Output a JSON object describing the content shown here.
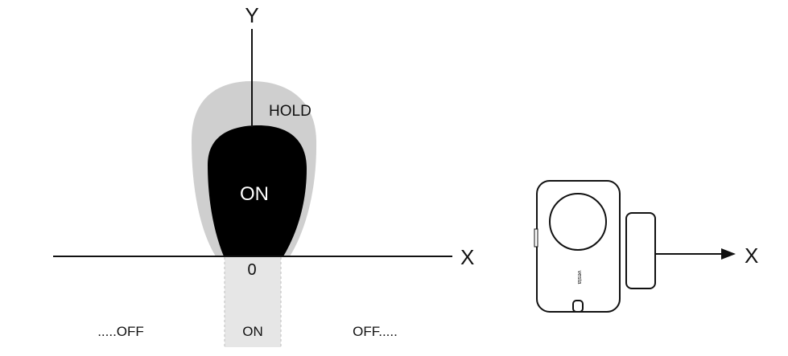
{
  "diagram": {
    "y_axis_label": "Y",
    "x_axis_label": "X",
    "origin_label": "0",
    "hold_zone_label": "HOLD",
    "on_zone_label": "ON",
    "bottom_labels": {
      "left": ".....OFF",
      "center": "ON",
      "right": "OFF....."
    },
    "device": {
      "brand_text": "vesta",
      "x_axis_label": "X"
    },
    "colors": {
      "hold_zone": "#cfcfcf",
      "on_zone": "#000000",
      "on_strip": "#e6e6e6",
      "line": "#111111"
    }
  }
}
